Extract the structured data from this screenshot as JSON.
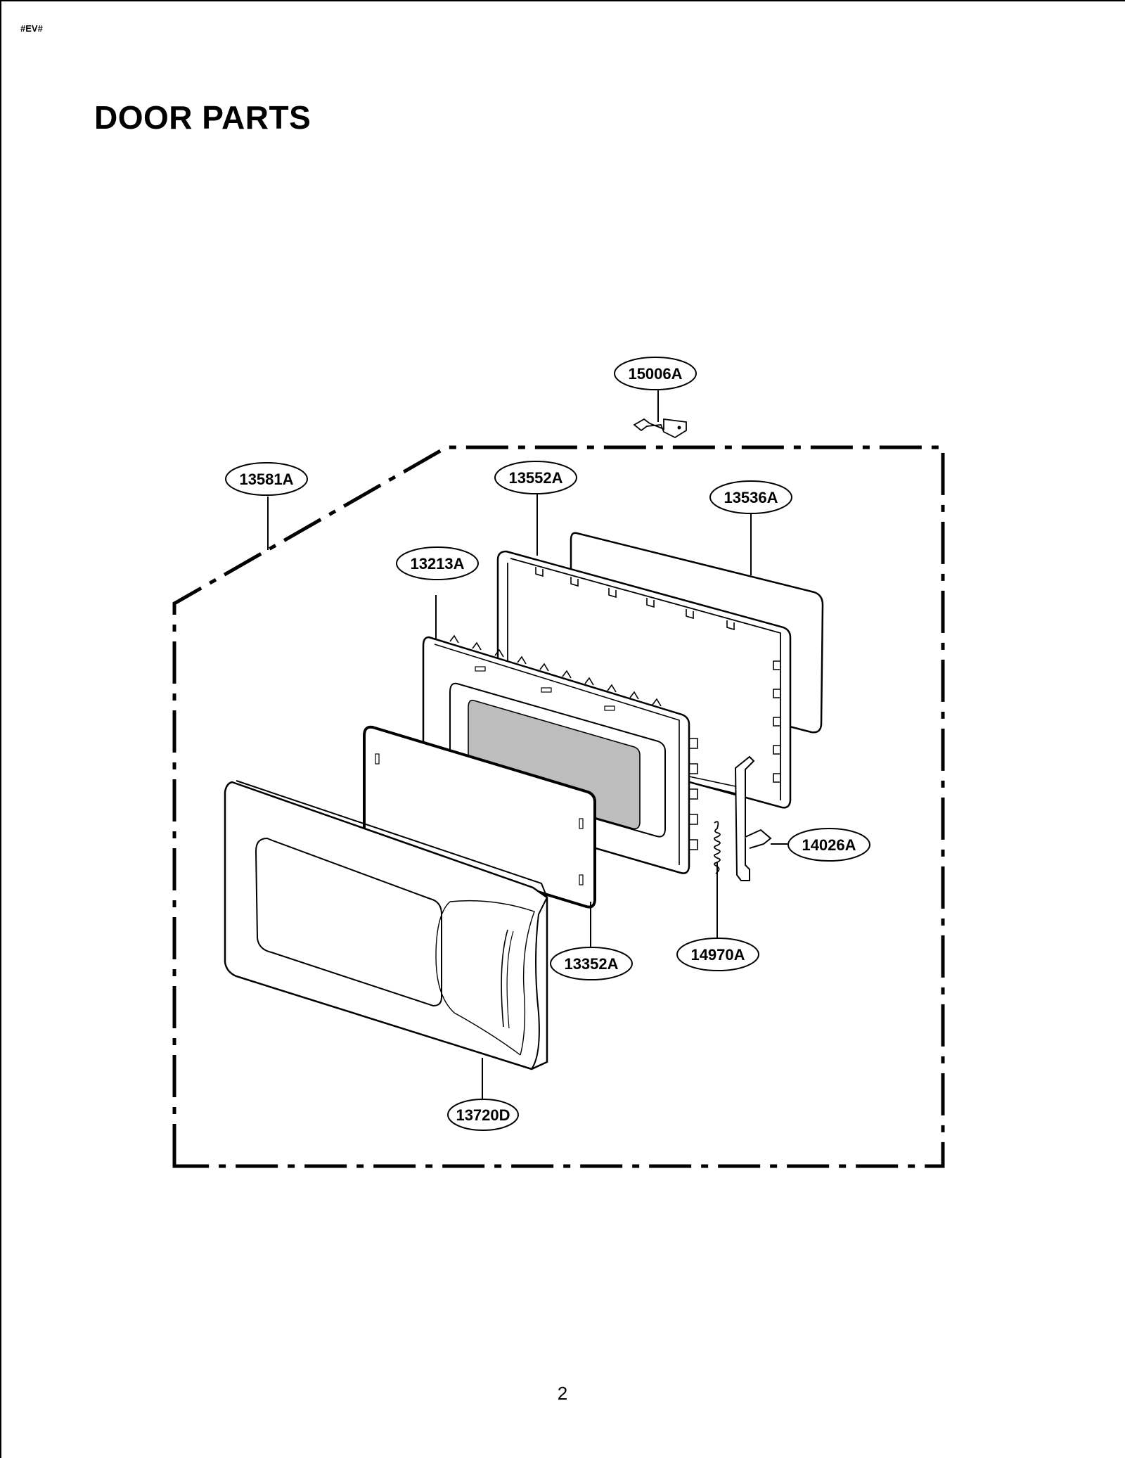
{
  "document": {
    "code": "#EV#",
    "title": "DOOR PARTS",
    "page_number": "2"
  },
  "diagram": {
    "parts": [
      {
        "id": "15006A"
      },
      {
        "id": "13581A"
      },
      {
        "id": "13552A"
      },
      {
        "id": "13536A"
      },
      {
        "id": "13213A"
      },
      {
        "id": "14026A"
      },
      {
        "id": "13352A"
      },
      {
        "id": "14970A"
      },
      {
        "id": "13720D"
      }
    ],
    "colors": {
      "line": "#000000",
      "window_fill": "#bdbdbd",
      "background": "#ffffff"
    }
  }
}
